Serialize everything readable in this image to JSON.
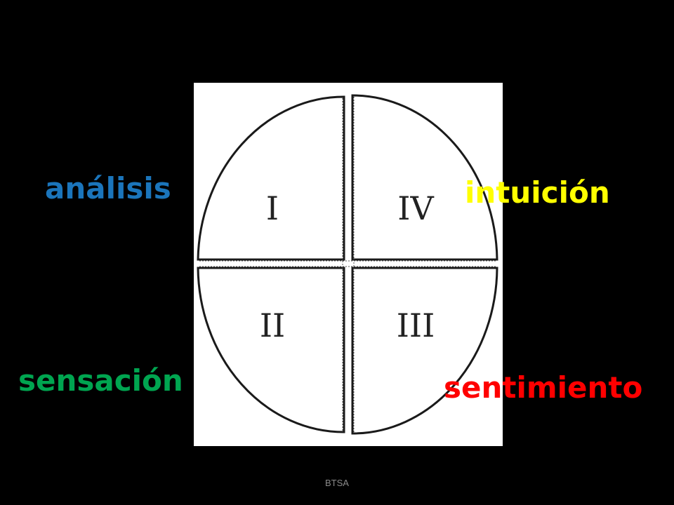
{
  "colors": {
    "background": "#000000",
    "analysis": "#1b75bb",
    "intuition": "#ffff00",
    "sensation": "#00a550",
    "feeling": "#ff0000"
  },
  "labels": {
    "analysis": "análisis",
    "intuition": "intuición",
    "sensation": "sensación",
    "feeling": "sentimiento"
  },
  "quadrants": {
    "top_left": "I",
    "top_right": "IV",
    "bottom_left": "II",
    "bottom_right": "III"
  },
  "footer": {
    "text": "BTSA"
  }
}
